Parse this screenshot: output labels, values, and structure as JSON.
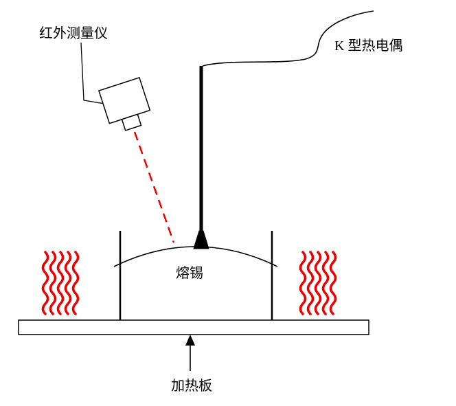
{
  "diagram": {
    "labels": {
      "infrared_meter": "红外测量仪",
      "thermocouple": "K 型热电偶",
      "molten_tin": "熔锡",
      "heating_plate": "加热板"
    },
    "colors": {
      "heat_waves": "#ee0000",
      "laser_dashed": "#ee0000",
      "outline": "#000000",
      "background": "#ffffff"
    }
  }
}
